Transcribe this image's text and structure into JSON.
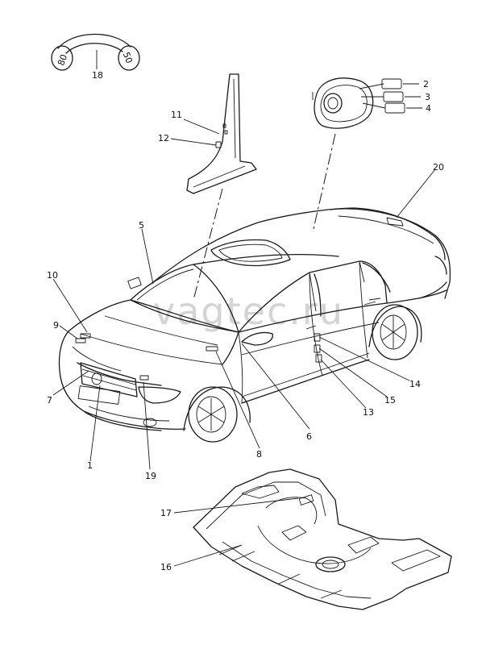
{
  "watermark": "vagtec.ru",
  "callouts": {
    "c1": "1",
    "c2": "2",
    "c3": "3",
    "c4": "4",
    "c5": "5",
    "c6": "6",
    "c7": "7",
    "c8": "8",
    "c9": "9",
    "c10": "10",
    "c11": "11",
    "c12": "12",
    "c13": "13",
    "c14": "14",
    "c15": "15",
    "c16": "16",
    "c17": "17",
    "c18": "18",
    "c19": "19",
    "c20": "20"
  },
  "disc_left": "80",
  "disc_right": "50"
}
